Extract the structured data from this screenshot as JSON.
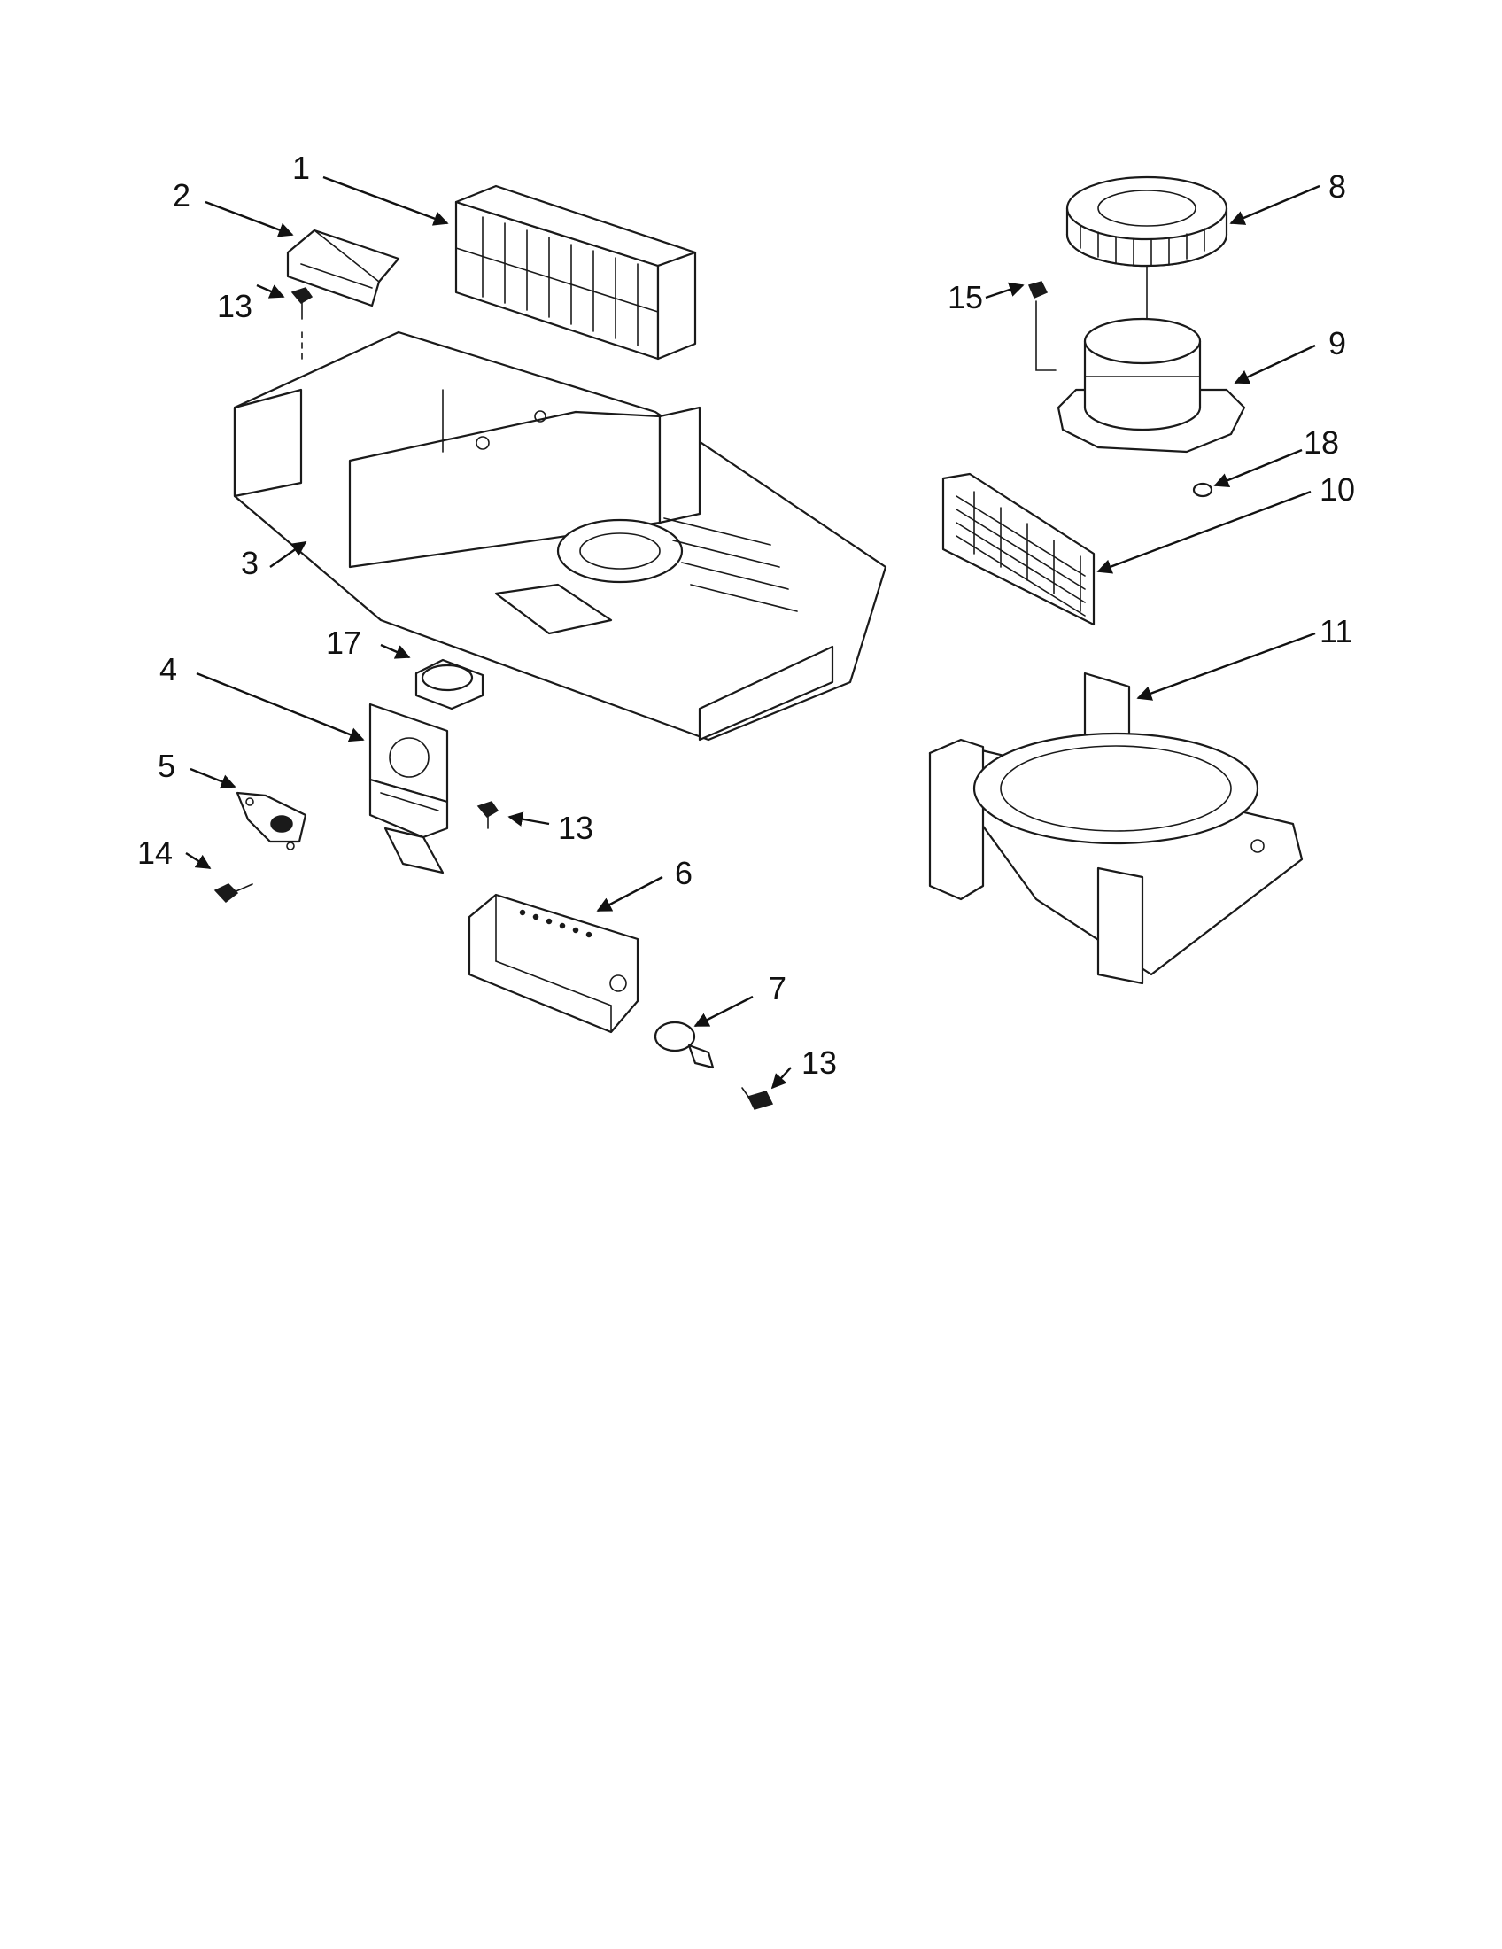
{
  "callouts": [
    {
      "id": "c1",
      "label": "1"
    },
    {
      "id": "c2",
      "label": "2"
    },
    {
      "id": "c3",
      "label": "3"
    },
    {
      "id": "c4",
      "label": "4"
    },
    {
      "id": "c5",
      "label": "5"
    },
    {
      "id": "c6",
      "label": "6"
    },
    {
      "id": "c7",
      "label": "7"
    },
    {
      "id": "c8",
      "label": "8"
    },
    {
      "id": "c9",
      "label": "9"
    },
    {
      "id": "c10",
      "label": "10"
    },
    {
      "id": "c11",
      "label": "11"
    },
    {
      "id": "c13a",
      "label": "13"
    },
    {
      "id": "c13b",
      "label": "13"
    },
    {
      "id": "c13c",
      "label": "13"
    },
    {
      "id": "c14",
      "label": "14"
    },
    {
      "id": "c15",
      "label": "15"
    },
    {
      "id": "c17",
      "label": "17"
    },
    {
      "id": "c18",
      "label": "18"
    }
  ],
  "colors": {
    "line": "#1a1a1a",
    "background": "#ffffff"
  }
}
